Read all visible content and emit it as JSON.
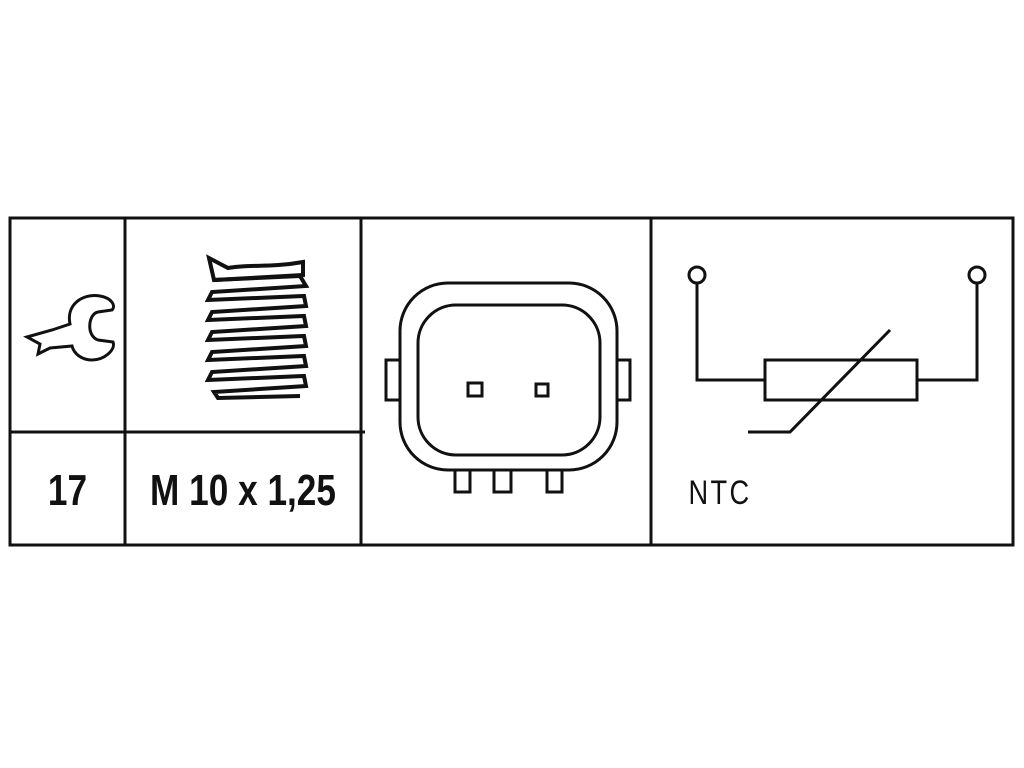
{
  "spanner_size": "17",
  "thread_size": "M 10 x 1,25",
  "sensor_type": "NTC",
  "icons": [
    "wrench-icon",
    "thread-icon",
    "connector-icon",
    "thermistor-symbol-icon"
  ]
}
